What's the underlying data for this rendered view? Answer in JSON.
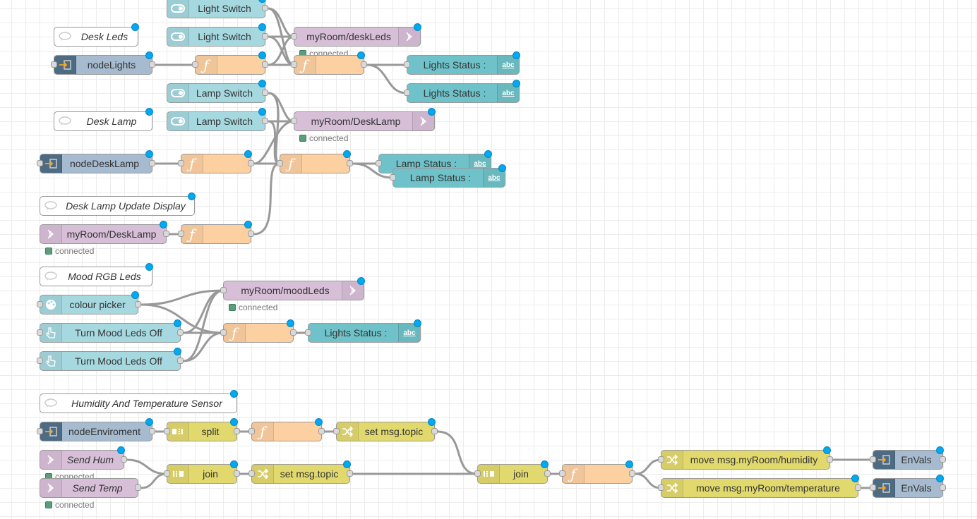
{
  "nodes": {
    "light_switch_1": "Light Switch",
    "light_switch_2": "Light Switch",
    "comment_desk_leds": "Desk Leds",
    "node_lights": "nodeLights",
    "mqtt_desk_leds": "myRoom/deskLeds",
    "lights_status_1": "Lights Status :",
    "lights_status_2": "Lights Status :",
    "lamp_switch_1": "Lamp Switch",
    "lamp_switch_2": "Lamp Switch",
    "comment_desk_lamp": "Desk Lamp",
    "mqtt_desk_lamp_out": "myRoom/DeskLamp",
    "node_desk_lamp": "nodeDeskLamp",
    "lamp_status_1": "Lamp Status :",
    "lamp_status_2": "Lamp Status :",
    "comment_update_display": "Desk Lamp Update Display",
    "mqtt_desk_lamp_in": "myRoom/DeskLamp",
    "comment_mood": "Mood RGB Leds",
    "colour_picker": "colour picker",
    "mqtt_mood": "myRoom/moodLeds",
    "mood_off_1": "Turn Mood Leds Off",
    "mood_off_2": "Turn Mood Leds Off",
    "lights_status_mood": "Lights Status :",
    "comment_humidity": "Humidity And Temperature Sensor",
    "node_enviroment": "nodeEnviroment",
    "split": "split",
    "set_topic_1": "set msg.topic",
    "send_hum": "Send Hum",
    "join_1": "join",
    "set_topic_2": "set msg.topic",
    "send_temp": "Send Temp",
    "join_2": "join",
    "move_humidity": "move msg.myRoom/humidity",
    "move_temperature": "move msg.myRoom/temperature",
    "envals_1": "EnVals",
    "envals_2": "EnVals"
  },
  "status_text": "connected",
  "text_icon": "abc",
  "icons": {
    "switch": "toggle-icon",
    "mqtt": "wifi-icon",
    "function": "function-icon",
    "text": "abc-icon",
    "link_in": "link-in-icon",
    "comment": "comment-icon",
    "change": "shuffle-icon",
    "colour": "palette-icon",
    "button": "hand-pointer-icon",
    "join": "join-icon",
    "split": "split-icon"
  },
  "colors": {
    "switch": "#a6d8e0",
    "mqtt": "#d8bfd8",
    "function": "#fdd0a2",
    "text": "#6fc2c9",
    "link": "#a6bbcf",
    "change": "#e2d96e",
    "deploy_dot": "#00a9f1",
    "status_connected": "#5a9e7c"
  }
}
